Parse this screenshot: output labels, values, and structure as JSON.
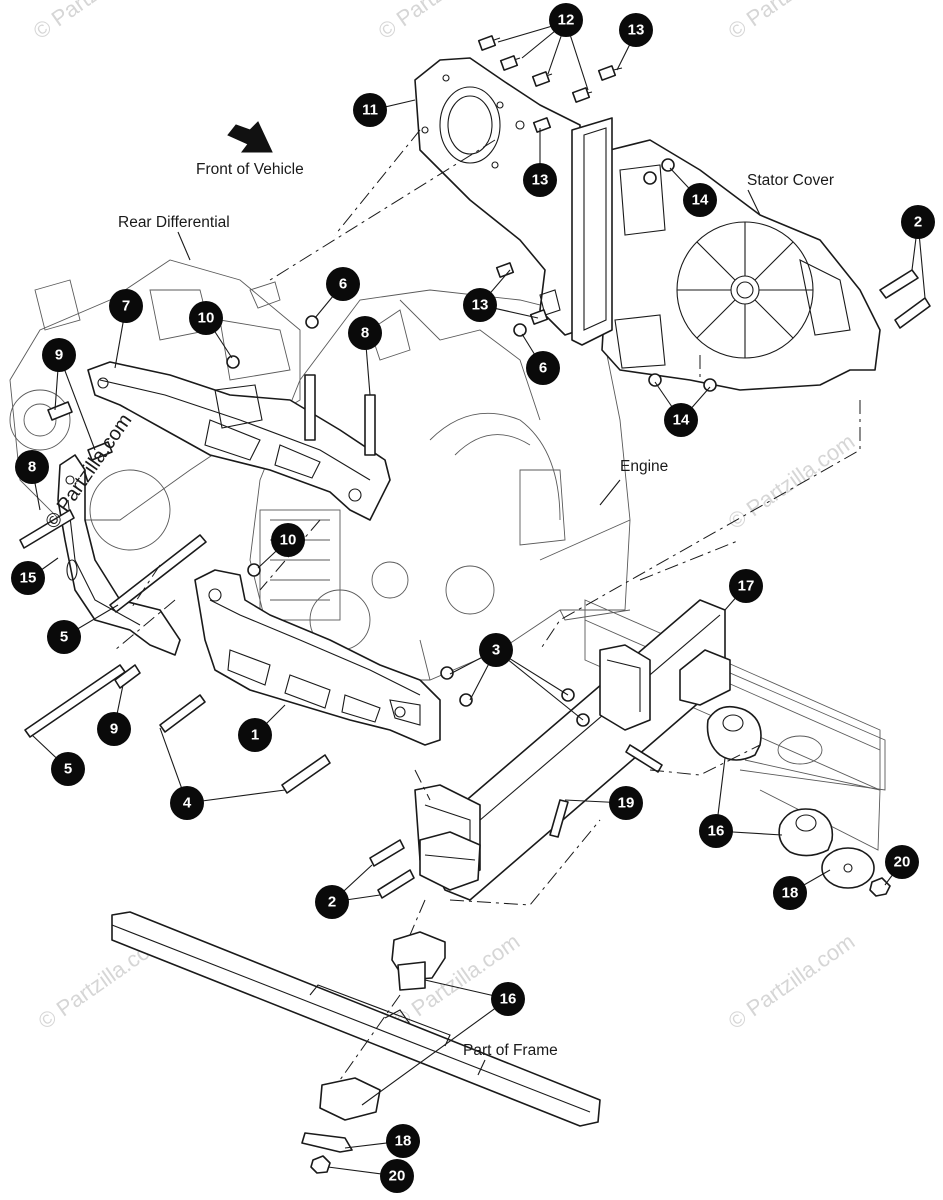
{
  "labels": {
    "front_of_vehicle": "Front of Vehicle",
    "rear_differential": "Rear Differential",
    "stator_cover": "Stator Cover",
    "engine": "Engine",
    "part_of_frame": "Part of Frame"
  },
  "watermark": "© Partzilla.com",
  "callouts": [
    "1",
    "2",
    "3",
    "4",
    "5",
    "6",
    "7",
    "8",
    "9",
    "10",
    "11",
    "12",
    "13",
    "14",
    "15",
    "16",
    "17",
    "18",
    "19",
    "20"
  ],
  "icons": {
    "direction_arrow": "front-arrow-icon"
  }
}
